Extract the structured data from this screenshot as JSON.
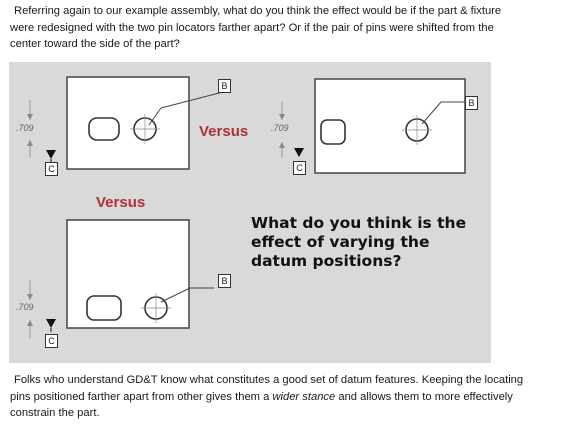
{
  "intro": {
    "lines": [
      "Referring again to our example assembly, what do you think the effect would be if the part & fixture",
      "were redesigned with the two pin locators farther apart? Or if the pair of pins were shifted from the",
      "center toward the side of the part?"
    ]
  },
  "figure": {
    "versus_1": "Versus",
    "versus_2": "Versus",
    "question_lines": [
      "What do you think is the",
      "effect of varying the",
      "datum positions?"
    ],
    "dim_value": ".709",
    "datum_b": "B",
    "datum_c": "C",
    "colors": {
      "versus": "#b0303a",
      "background": "#d9d9d9"
    }
  },
  "outro": {
    "line1": "Folks who understand GD&T know what constitutes a good set of datum features. Keeping the locating",
    "line2_before": "pins positioned farther apart from other gives them a ",
    "line2_italic": "wider stance",
    "line2_after": " and allows them to more effectively",
    "line3": "constrain the part."
  }
}
